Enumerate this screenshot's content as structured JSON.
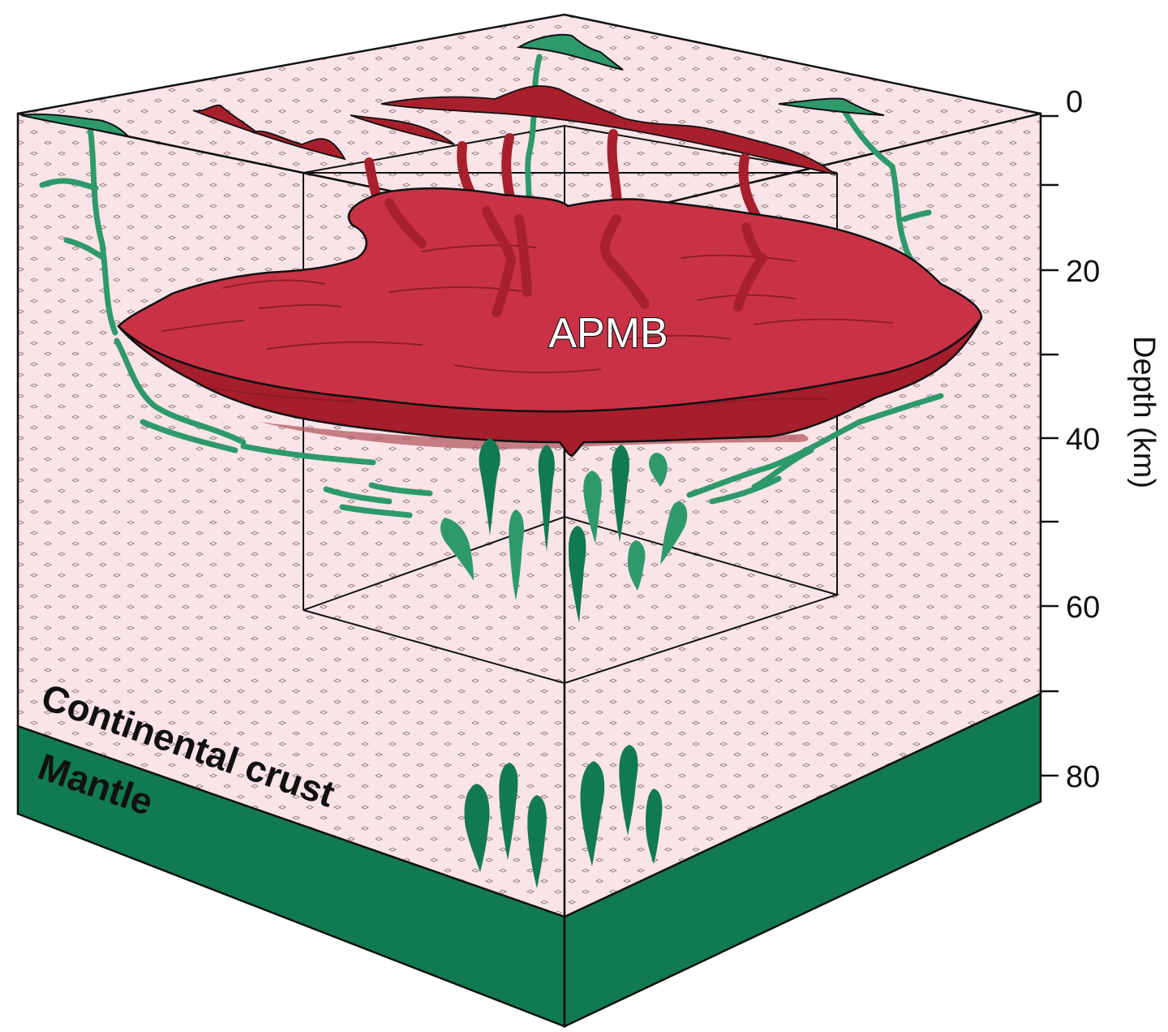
{
  "labels": {
    "apmb": "APMB",
    "crust": "Continental crust",
    "mantle": "Mantle"
  },
  "axis": {
    "title": "Depth (km)",
    "labeled_ticks": [
      "0",
      "20",
      "40",
      "60",
      "80"
    ]
  },
  "colors": {
    "crust": "#fbe4e8",
    "crust_pattern": "#8a7a7d",
    "mantle": "#127a50",
    "magma_body": "#c93246",
    "magma_body_side": "#a61d2c",
    "magma_dark": "#a8202d",
    "green_intrusion": "#2e9a6c",
    "green_dark": "#127a50",
    "outline": "#111111"
  }
}
